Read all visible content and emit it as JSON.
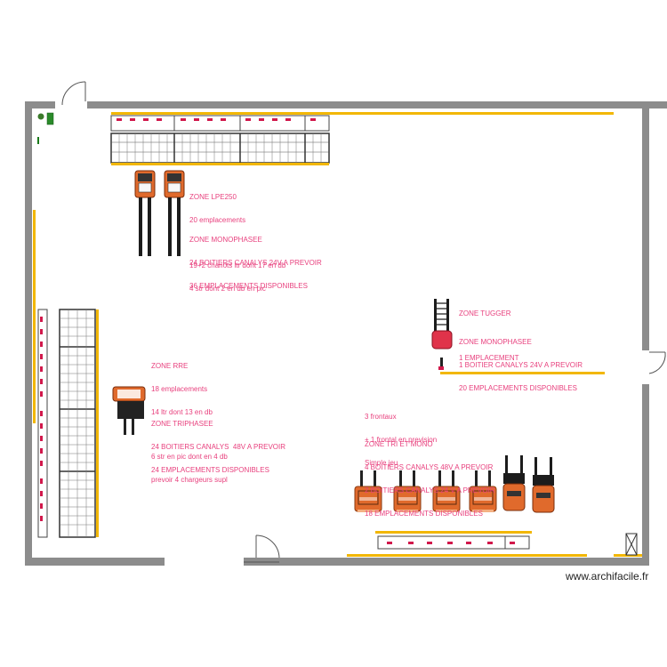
{
  "zones": {
    "lpe250": {
      "title": "ZONE LPE250",
      "slots": "20 emplacements",
      "detail_1": "19+2 chariots ltr dont 17 en db",
      "detail_2": "4 str dont 2 en db en pic"
    },
    "mono_top": {
      "title": "ZONE MONOPHASEE",
      "line_1": "24 BOITIERS CANALYS 24V A PREVOIR",
      "line_2": "36 EMPLACEMENTS DISPONIBLES"
    },
    "rre": {
      "title": "ZONE RRE",
      "slots": "18 emplacements",
      "detail_1": "14 ltr dont 13 en db",
      "detail_2": "6 str en pic dont en 4 db",
      "detail_3": "prevoir 4 chargeurs supl"
    },
    "triphasee": {
      "title": "ZONE TRIPHASEE",
      "line_1": "24 BOITIERS CANALYS  48V A PREVOIR",
      "line_2": "24 EMPLACEMENTS DISPONIBLES"
    },
    "tugger": {
      "title": "ZONE TUGGER",
      "slots": "1 EMPLACEMENT"
    },
    "mono_right": {
      "title": "ZONE MONOPHASEE",
      "line_1": "1 BOITIER CANALYS 24V A PREVOIR",
      "line_2": "20 EMPLACEMENTS DISPONIBLES"
    },
    "frontaux": {
      "line_1": "3 frontaux",
      "line_2": "+ 1 frontal en prevision",
      "line_3": "Simple jeu"
    },
    "tri_mono": {
      "title": "ZONE TRI ET MONO",
      "line_1": "4 BOITIERS CANALYS 48V A PREVOIR",
      "line_2": "2 BOITIERS CANALYS 24 V A PREVOIR",
      "line_3": "18 EMPLACEMENTS DISPONIBLES"
    }
  },
  "watermark": "www.archifacile.fr",
  "colors": {
    "wall": "#8c8c8c",
    "label": "#e8417e",
    "strip": "#f2b705",
    "forklift": "#e06a2c",
    "charger": "#d1184b"
  },
  "icons": [
    "door-arc-icon",
    "forklift-icon",
    "reach-truck-icon",
    "tugger-icon",
    "rack-icon",
    "electrical-panel-icon",
    "fire-extinguisher-icon"
  ]
}
